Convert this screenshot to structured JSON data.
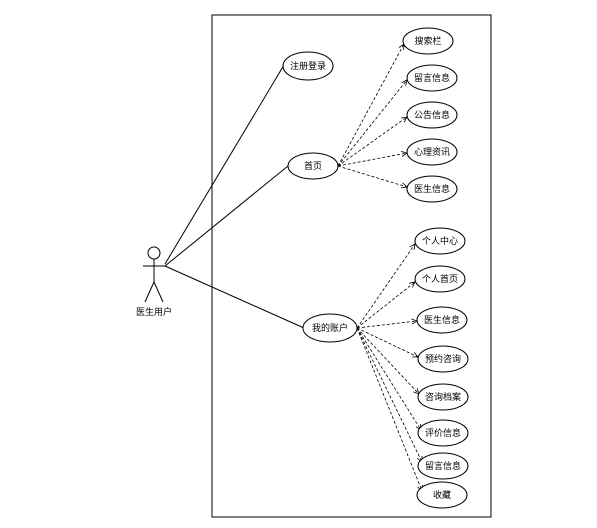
{
  "actor": {
    "label": "医生用户"
  },
  "use_cases": {
    "register": "注册登录",
    "home": "首页",
    "account": "我的账户",
    "home_children": [
      "搜索栏",
      "留言信息",
      "公告信息",
      "心理资讯",
      "医生信息"
    ],
    "account_children": [
      "个人中心",
      "个人首页",
      "医生信息",
      "预约咨询",
      "咨询档案",
      "评价信息",
      "留言信息",
      "收藏"
    ]
  }
}
